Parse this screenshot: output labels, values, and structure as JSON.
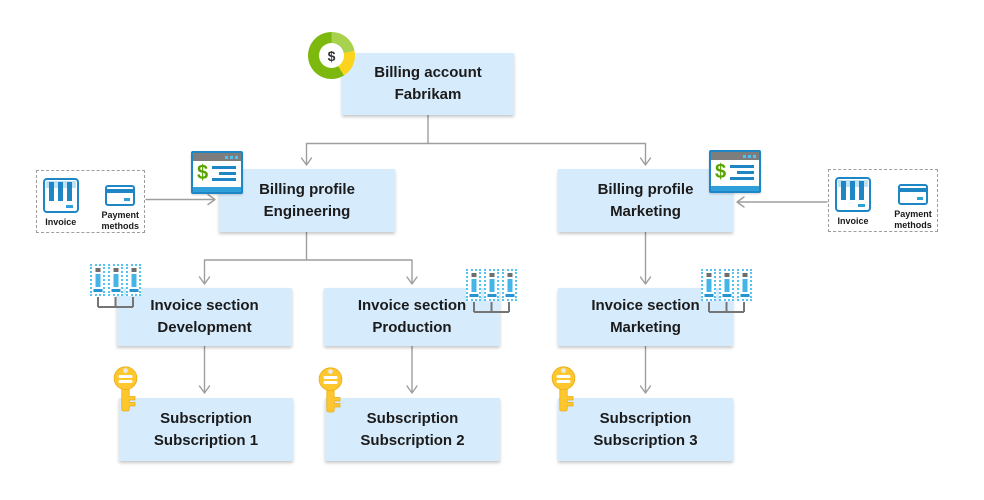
{
  "nodes": {
    "billing_account": {
      "line1": "Billing account",
      "line2": "Fabrikam"
    },
    "billing_profile_engineering": {
      "line1": "Billing profile",
      "line2": "Engineering"
    },
    "billing_profile_marketing": {
      "line1": "Billing profile",
      "line2": "Marketing"
    },
    "invoice_section_development": {
      "line1": "Invoice section",
      "line2": "Development"
    },
    "invoice_section_production": {
      "line1": "Invoice section",
      "line2": "Production"
    },
    "invoice_section_marketing": {
      "line1": "Invoice section",
      "line2": "Marketing"
    },
    "subscription_1": {
      "line1": "Subscription",
      "line2": "Subscription 1"
    },
    "subscription_2": {
      "line1": "Subscription",
      "line2": "Subscription 2"
    },
    "subscription_3": {
      "line1": "Subscription",
      "line2": "Subscription 3"
    }
  },
  "side_panels": {
    "left": {
      "invoice_label": "Invoice",
      "payment_label": "Payment methods"
    },
    "right": {
      "invoice_label": "Invoice",
      "payment_label": "Payment methods"
    }
  },
  "icons": {
    "dollar_symbol": "$",
    "billing_account_icon": "dollar-donut",
    "billing_profile_icon": "billing-window-dollar",
    "invoice_icon": "invoice-document",
    "payment_icon": "credit-card",
    "invoice_section_icon": "invoice-stack",
    "subscription_icon": "key"
  },
  "colors": {
    "node_background": "#d6ebfc",
    "connector_gray": "#9e9e9e",
    "icon_blue": "#1f86c6",
    "icon_light_blue": "#45b5e8",
    "icon_green": "#57a300",
    "donut_green": "#7cb80e",
    "donut_light_green": "#a8d14d",
    "donut_yellow": "#fbd51d",
    "key_yellow": "#ffc72e"
  }
}
